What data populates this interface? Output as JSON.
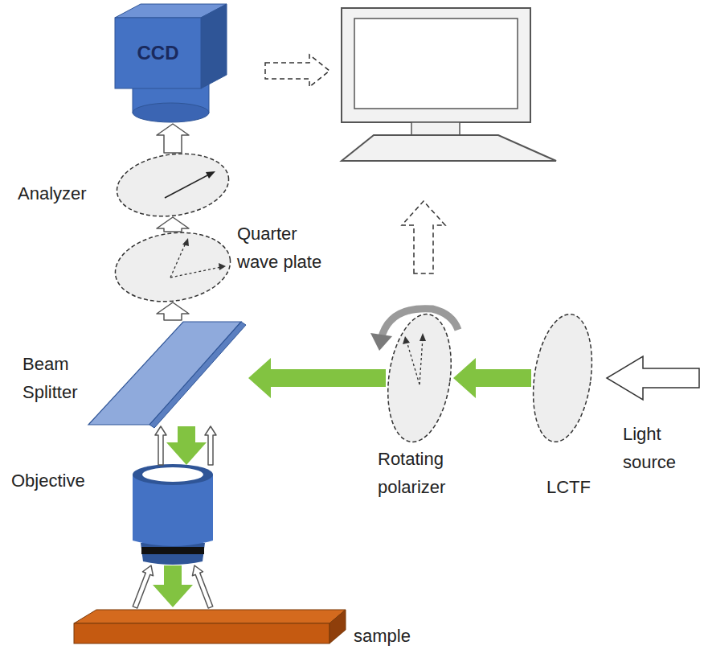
{
  "diagram": {
    "nodes": [
      {
        "text": [
          "CCD"
        ]
      },
      {
        "text": [
          "Analyzer"
        ]
      },
      {
        "text": [
          "Quarter wave plate"
        ]
      },
      {
        "text": [
          "Beam Splitter"
        ]
      },
      {
        "text": [
          "Objective"
        ]
      },
      {
        "text": [
          "sample"
        ]
      },
      {
        "text": [
          "Rotating polarizer"
        ]
      },
      {
        "text": [
          "LCTF"
        ]
      }
    ],
    "edges": [
      {
        "from": 7,
        "to": 6,
        "arrow": "to"
      },
      {
        "from": 6,
        "to": 3,
        "arrow": "to"
      },
      {
        "from": 3,
        "to": 4,
        "arrow": "to"
      },
      {
        "from": 4,
        "to": 3,
        "arrow": "to"
      },
      {
        "from": 4,
        "to": 5,
        "arrow": "to"
      },
      {
        "from": 5,
        "to": 4,
        "arrow": "to"
      },
      {
        "from": 3,
        "to": 2,
        "arrow": "to"
      },
      {
        "from": 2,
        "to": 1,
        "arrow": "to"
      },
      {
        "from": 1,
        "to": 0,
        "arrow": "to"
      }
    ],
    "labels": [
      "Light source"
    ]
  }
}
